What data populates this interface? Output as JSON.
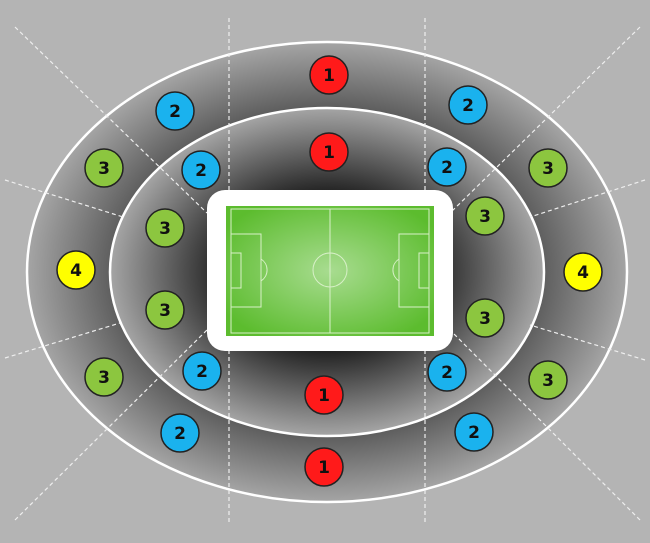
{
  "diagram": {
    "type": "stadium-seating-categories",
    "colors": {
      "background": "#b4b4b4",
      "category_1": "#ff1a1a",
      "category_2": "#1ab2ee",
      "category_3": "#8cc63f",
      "category_4": "#ffff00",
      "pitch": "#6cc443"
    },
    "markers": [
      {
        "category": "1",
        "label": "1"
      },
      {
        "category": "1",
        "label": "1"
      },
      {
        "category": "1",
        "label": "1"
      },
      {
        "category": "1",
        "label": "1"
      },
      {
        "category": "2",
        "label": "2"
      },
      {
        "category": "2",
        "label": "2"
      },
      {
        "category": "2",
        "label": "2"
      },
      {
        "category": "2",
        "label": "2"
      },
      {
        "category": "2",
        "label": "2"
      },
      {
        "category": "2",
        "label": "2"
      },
      {
        "category": "2",
        "label": "2"
      },
      {
        "category": "2",
        "label": "2"
      },
      {
        "category": "3",
        "label": "3"
      },
      {
        "category": "3",
        "label": "3"
      },
      {
        "category": "3",
        "label": "3"
      },
      {
        "category": "3",
        "label": "3"
      },
      {
        "category": "3",
        "label": "3"
      },
      {
        "category": "3",
        "label": "3"
      },
      {
        "category": "3",
        "label": "3"
      },
      {
        "category": "3",
        "label": "3"
      },
      {
        "category": "4",
        "label": "4"
      },
      {
        "category": "4",
        "label": "4"
      }
    ]
  }
}
